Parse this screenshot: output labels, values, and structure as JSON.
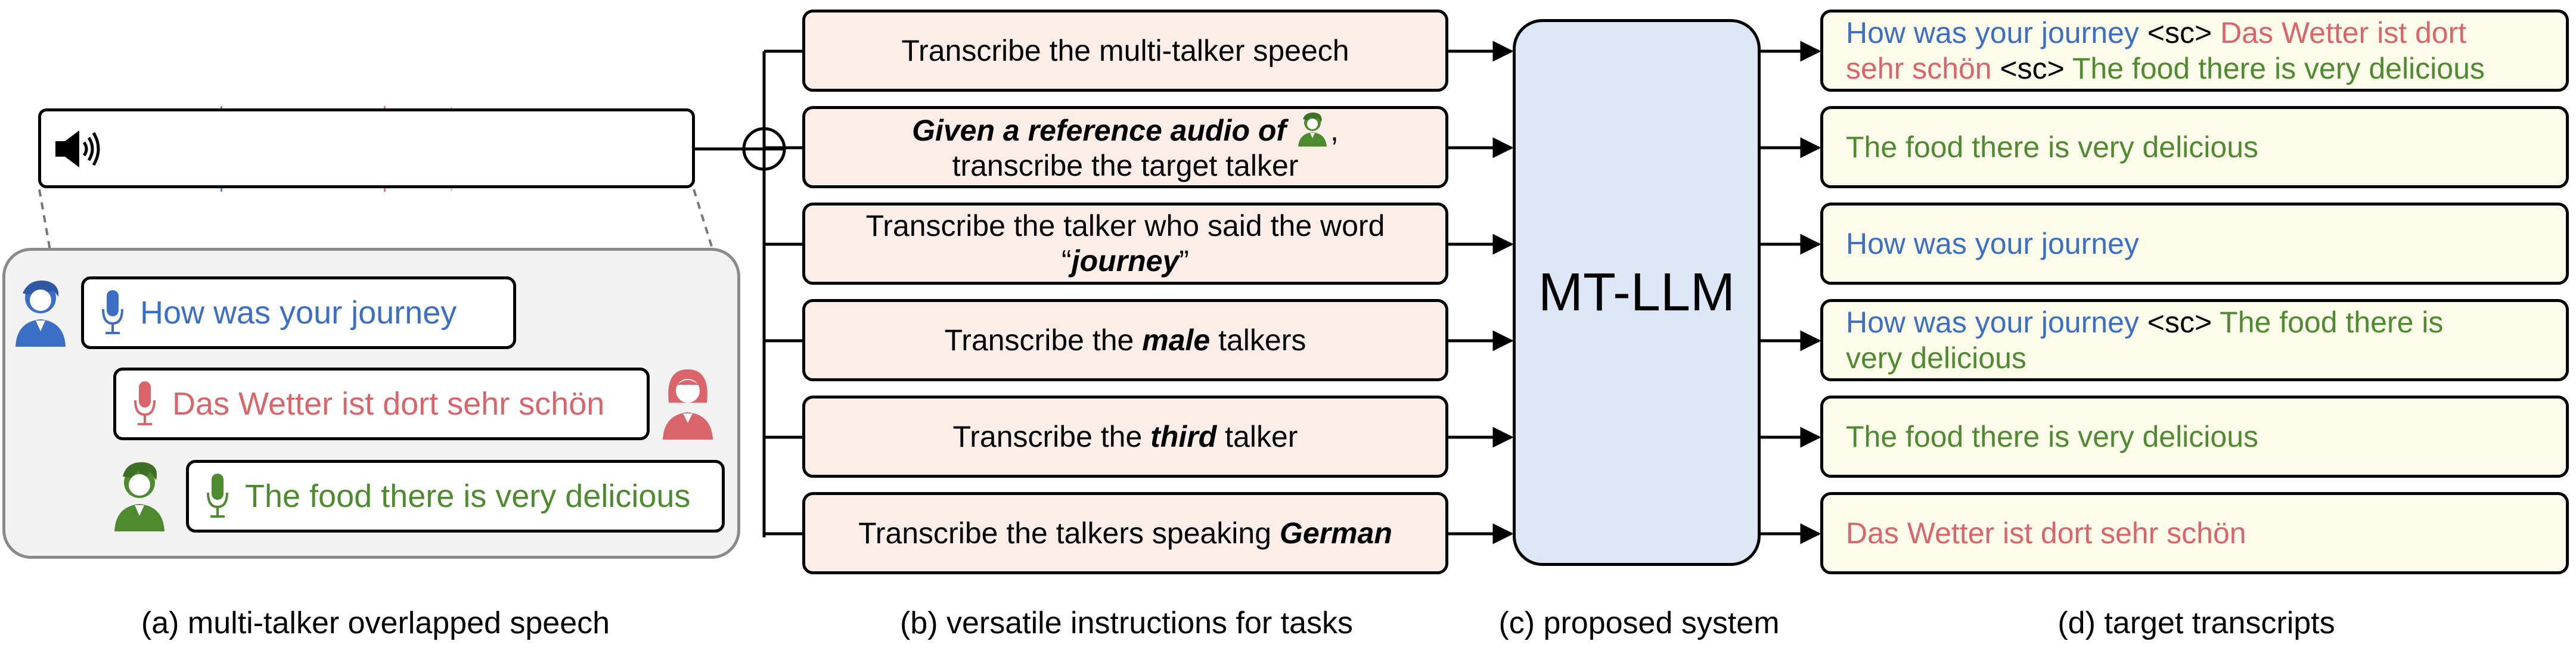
{
  "colors": {
    "blue": "#3b6fc6",
    "red": "#d9656b",
    "green": "#4e8a2f",
    "instruction_fill": "#fbeee8",
    "system_fill": "#dce6f7",
    "output_fill": "#fdfbea",
    "panel_fill": "#f2f2f2"
  },
  "speech": {
    "speaker_icon": "speaker-volume-icon",
    "utterances": [
      {
        "text": "How was your journey",
        "color": "blue",
        "talker_icon": "male-talker-icon"
      },
      {
        "text": "Das Wetter ist dort sehr schön",
        "color": "red",
        "talker_icon": "female-talker-icon"
      },
      {
        "text": "The food there is very delicious",
        "color": "green",
        "talker_icon": "male-talker-icon"
      }
    ]
  },
  "instructions": [
    {
      "lines": [
        [
          {
            "t": "Transcribe the multi-talker speech"
          }
        ]
      ]
    },
    {
      "lines": [
        [
          {
            "t": "Given a reference audio of",
            "bi": true
          },
          {
            "t": " "
          },
          {
            "icon": "green-talker-icon"
          },
          {
            "t": ","
          }
        ],
        [
          {
            "t": "transcribe the target talker"
          }
        ]
      ]
    },
    {
      "lines": [
        [
          {
            "t": "Transcribe the talker who said the word"
          }
        ],
        [
          {
            "t": "“"
          },
          {
            "t": "journey",
            "bi": true
          },
          {
            "t": "”"
          }
        ]
      ]
    },
    {
      "lines": [
        [
          {
            "t": "Transcribe the "
          },
          {
            "t": "male",
            "bi": true
          },
          {
            "t": " talkers"
          }
        ]
      ]
    },
    {
      "lines": [
        [
          {
            "t": "Transcribe the "
          },
          {
            "t": "third",
            "bi": true
          },
          {
            "t": " talker"
          }
        ]
      ]
    },
    {
      "lines": [
        [
          {
            "t": "Transcribe the talkers speaking "
          },
          {
            "t": "German",
            "bi": true
          }
        ]
      ]
    }
  ],
  "system": {
    "label": "MT-LLM"
  },
  "outputs": [
    {
      "lines": [
        [
          {
            "t": "How was your journey",
            "c": "blue"
          },
          {
            "t": " <sc> "
          },
          {
            "t": "Das Wetter ist dort",
            "c": "red"
          }
        ],
        [
          {
            "t": "sehr schön",
            "c": "red"
          },
          {
            "t": " <sc> "
          },
          {
            "t": "The food there is very delicious",
            "c": "green"
          }
        ]
      ]
    },
    {
      "lines": [
        [
          {
            "t": "The food there is very delicious",
            "c": "green"
          }
        ]
      ]
    },
    {
      "lines": [
        [
          {
            "t": "How was your journey",
            "c": "blue"
          }
        ]
      ]
    },
    {
      "lines": [
        [
          {
            "t": "How was your journey",
            "c": "blue"
          },
          {
            "t": " <sc> "
          },
          {
            "t": "The food there is",
            "c": "green"
          }
        ],
        [
          {
            "t": "very delicious",
            "c": "green"
          }
        ]
      ]
    },
    {
      "lines": [
        [
          {
            "t": "The food there is very delicious",
            "c": "green"
          }
        ]
      ]
    },
    {
      "lines": [
        [
          {
            "t": "Das Wetter ist dort sehr schön",
            "c": "red"
          }
        ]
      ]
    }
  ],
  "captions": {
    "a": "(a) multi-talker overlapped speech",
    "b": "(b) versatile instructions for tasks",
    "c": "(c) proposed system",
    "d": "(d) target transcripts"
  }
}
